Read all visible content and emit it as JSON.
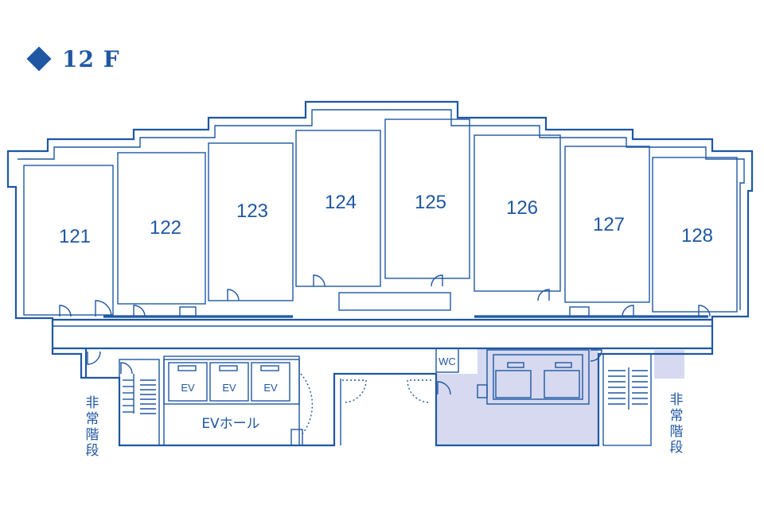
{
  "floor": {
    "title": "12 F"
  },
  "rooms": [
    "121",
    "122",
    "123",
    "124",
    "125",
    "126",
    "127",
    "128"
  ],
  "elevators": [
    "EV",
    "EV",
    "EV"
  ],
  "ev_hall": "EVホール",
  "wc": "WC",
  "stairs": [
    "非常階段",
    "非常階段"
  ],
  "colors": {
    "line": "#1f57a3",
    "shaded_area": "#d6d9ef"
  }
}
